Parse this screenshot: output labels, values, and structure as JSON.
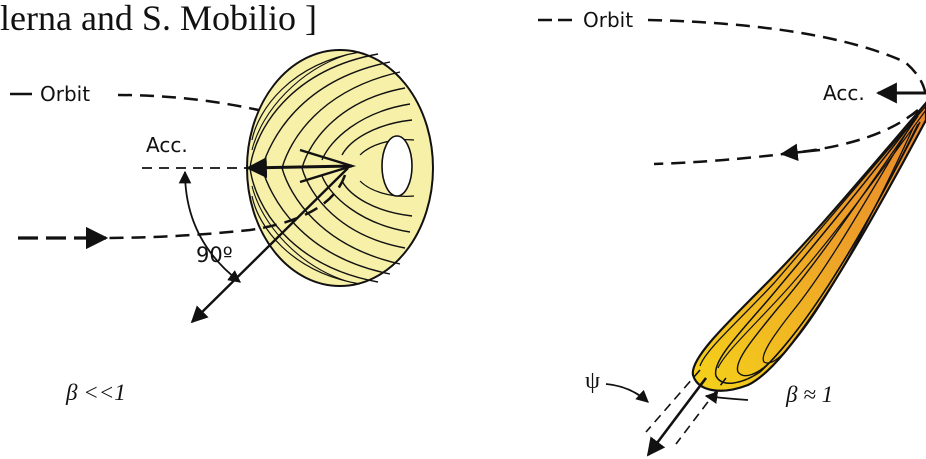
{
  "header_text": "lerna and S. Mobilio ]",
  "left": {
    "orbit_label": "Orbit",
    "acc_label": "Acc.",
    "angle_label": "90º",
    "beta_label": "β <<1"
  },
  "right": {
    "orbit_label": "Orbit",
    "acc_label": "Acc.",
    "psi_label": "ψ",
    "beta_label": "β ≈ 1"
  },
  "colors": {
    "torus_fill": "#f7f0a8",
    "lobe_outer": "#f2c419",
    "lobe_inner": "#ea8a25",
    "ink": "#111111"
  }
}
